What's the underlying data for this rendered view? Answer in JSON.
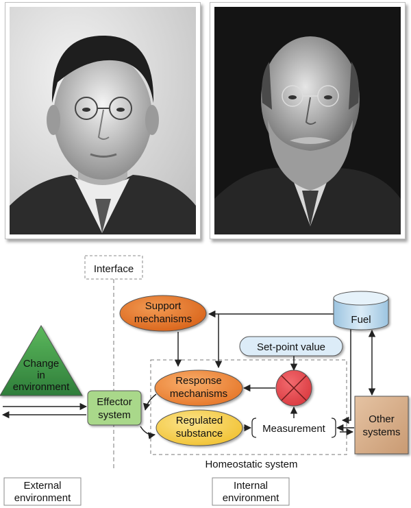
{
  "photos": [
    {
      "description_icon": "portrait-photo-icon"
    },
    {
      "description_icon": "portrait-photo-icon"
    }
  ],
  "diagram": {
    "interface": "Interface",
    "support_1": "Support",
    "support_2": "mechanisms",
    "fuel": "Fuel",
    "setpoint": "Set-point value",
    "change_1": "Change",
    "change_2": "in",
    "change_3": "environment",
    "effector_1": "Effector",
    "effector_2": "system",
    "response_1": "Response",
    "response_2": "mechanisms",
    "regulated_1": "Regulated",
    "regulated_2": "substance",
    "measurement": "Measurement",
    "other_1": "Other",
    "other_2": "systems",
    "homeostatic": "Homeostatic system",
    "external_1": "External",
    "external_2": "environment",
    "internal_1": "Internal",
    "internal_2": "environment"
  },
  "colors": {
    "support": "#e8772a",
    "response": "#f08a3a",
    "regulated": "#f7cf4a",
    "effector": "#a9d88a",
    "change": "#3f9a4c",
    "other": "#d7b08c",
    "fuel": "#b9d6ea",
    "setpoint": "#dcecf8",
    "comparator": "#e8454a"
  }
}
